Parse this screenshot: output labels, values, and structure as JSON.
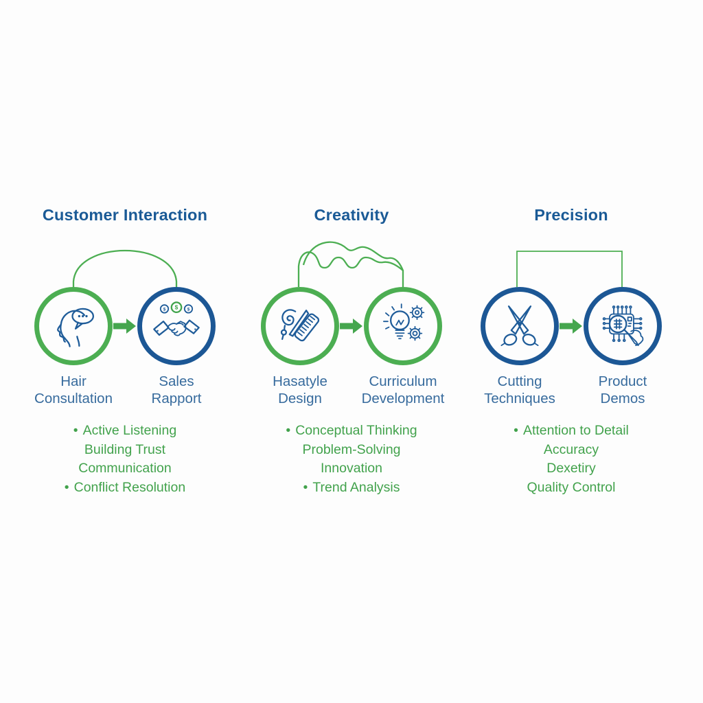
{
  "colors": {
    "title_blue": "#1A5A96",
    "label_blue": "#376B9D",
    "icon_blue": "#1F5C99",
    "ring_blue": "#1C5795",
    "ring_green": "#4CAE52",
    "arrow_green": "#45A64E",
    "bullet_text_green": "#42A24C",
    "background": "#FDFDFD"
  },
  "columns": [
    {
      "title": "Customer Interaction",
      "connector": "arc",
      "steps": [
        {
          "icon": "consultation-icon",
          "ring": "green",
          "label_line1": "Hair",
          "label_line2": "Consultation"
        },
        {
          "icon": "handshake-icon",
          "ring": "blue",
          "label_line1": "Sales",
          "label_line2": "Rapport"
        }
      ],
      "bullets": [
        {
          "marker": "•",
          "text": "Active Listening"
        },
        {
          "marker": "",
          "text": "Building Trust"
        },
        {
          "marker": "",
          "text": "Communication"
        },
        {
          "marker": "•",
          "text": "Conflict Resolution"
        }
      ]
    },
    {
      "title": "Creativity",
      "connector": "wave",
      "steps": [
        {
          "icon": "hairstyle-tools-icon",
          "ring": "green",
          "label_line1": "Hasatyle",
          "label_line2": "Design"
        },
        {
          "icon": "lightbulb-gears-icon",
          "ring": "green",
          "label_line1": "Curriculum",
          "label_line2": "Development"
        }
      ],
      "bullets": [
        {
          "marker": "•",
          "text": "Conceptual Thinking"
        },
        {
          "marker": "",
          "text": "Problem-Solving"
        },
        {
          "marker": "",
          "text": "Innovation"
        },
        {
          "marker": "•",
          "text": "Trend Analysis"
        }
      ]
    },
    {
      "title": "Precision",
      "connector": "bracket",
      "steps": [
        {
          "icon": "scissors-icon",
          "ring": "blue",
          "label_line1": "Cutting",
          "label_line2": "Techniques"
        },
        {
          "icon": "circuit-inspection-icon",
          "ring": "blue",
          "label_line1": "Product",
          "label_line2": "Demos"
        }
      ],
      "bullets": [
        {
          "marker": "•",
          "text": "Attention to Detail"
        },
        {
          "marker": "",
          "text": "Accuracy"
        },
        {
          "marker": "",
          "text": "Dexetiry"
        },
        {
          "marker": "",
          "text": "Quality Control"
        }
      ]
    }
  ]
}
